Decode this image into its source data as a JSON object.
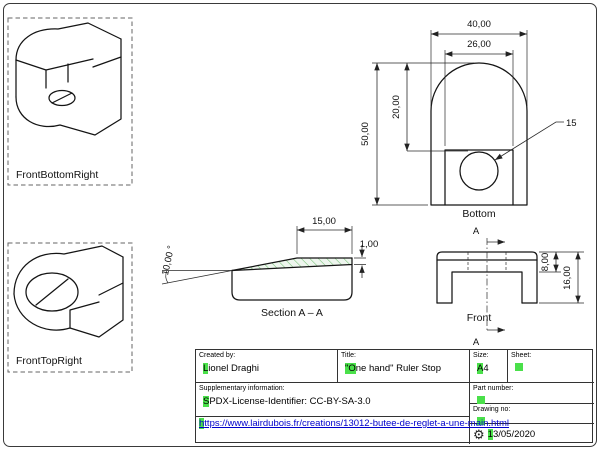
{
  "views": {
    "front_bottom_right": {
      "label": "FrontBottomRight"
    },
    "front_top_right": {
      "label": "FrontTopRight"
    },
    "bottom": {
      "label": "Bottom",
      "section_letter": "A",
      "dim_width": "40,00",
      "dim_inner_width": "26,00",
      "dim_height": "50,00",
      "dim_top_to_hole": "20,00",
      "hole_label": "15"
    },
    "section": {
      "label": "Section A – A",
      "dim_flat": "15,00",
      "dim_edge": "1,00",
      "dim_angle": "10,00 °"
    },
    "front": {
      "label": "Front",
      "section_letter": "A",
      "dim_step": "8,00",
      "dim_height": "16,00"
    }
  },
  "title_block": {
    "created_by_label": "Created by:",
    "created_by": "Lionel Draghi",
    "title_label": "Title:",
    "title": "\"One hand\" Ruler Stop",
    "size_label": "Size:",
    "size": "A4",
    "sheet_label": "Sheet:",
    "supplementary_label": "Supplementary information:",
    "license": "SPDX-License-Identifier: CC-BY-SA-3.0",
    "url": "https://www.lairdubois.fr/creations/13012-butee-de-reglet-a-une-main.html",
    "part_number_label": "Part number:",
    "drawing_no_label": "Drawing no:",
    "date": "13/05/2020"
  },
  "icons": {
    "gear": "⚙"
  },
  "colors": {
    "line": "#141414",
    "field_marker": "#4ae04a",
    "hatch_line": "#6fbf6f",
    "hatch_fill": "#eef6ee",
    "link": "#0000cc"
  }
}
